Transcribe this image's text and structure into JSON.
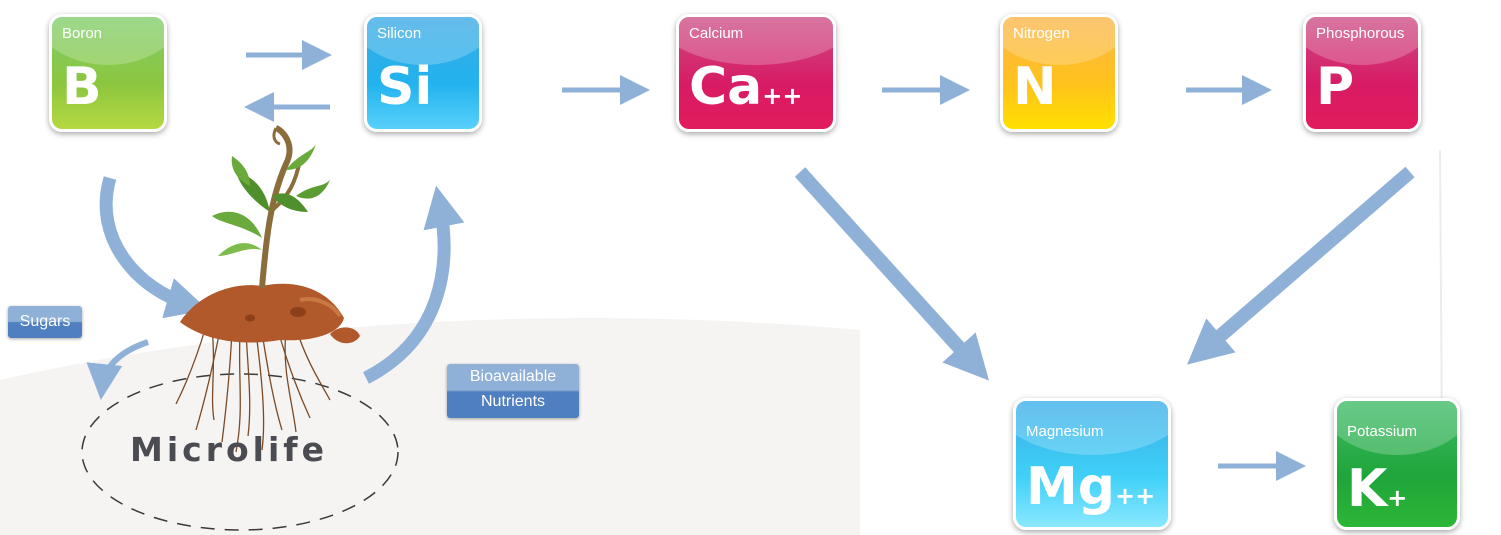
{
  "tiles": {
    "boron": {
      "name": "Boron",
      "symbol": "B",
      "charge": "",
      "top": "#7fce6a",
      "bottom": "#8cc63f"
    },
    "silicon": {
      "name": "Silicon",
      "symbol": "Si",
      "charge": "",
      "top": "#3aa9e5",
      "bottom": "#22b3ee"
    },
    "calcium": {
      "name": "Calcium",
      "symbol": "Ca",
      "charge": "++",
      "top": "#cc4d84",
      "bottom": "#d81b65"
    },
    "nitrogen": {
      "name": "Nitrogen",
      "symbol": "N",
      "charge": "",
      "top": "#fbb64a",
      "bottom": "#ffd600"
    },
    "phosphorus": {
      "name": "Phosphorous",
      "symbol": "P",
      "charge": "",
      "top": "#cc4d84",
      "bottom": "#d81b65"
    },
    "magnesium": {
      "name": "Magnesium",
      "symbol": "Mg",
      "charge": "++",
      "top": "#3aaee8",
      "bottom": "#3fd0f7"
    },
    "potassium": {
      "name": "Potassium",
      "symbol": "K",
      "charge": "+",
      "top": "#3dbb67",
      "bottom": "#1fa53a"
    }
  },
  "labels": {
    "sugars": "Sugars",
    "bioavailable_line1": "Bioavailable",
    "bioavailable_line2": "Nutrients",
    "microlife": "Microlife"
  },
  "colors": {
    "arrow": "#8fb1d8",
    "soil": "#b1592a",
    "leaf": "#6aaa3c",
    "stem": "#8a6d3b",
    "circle": "#3a3a3a"
  }
}
